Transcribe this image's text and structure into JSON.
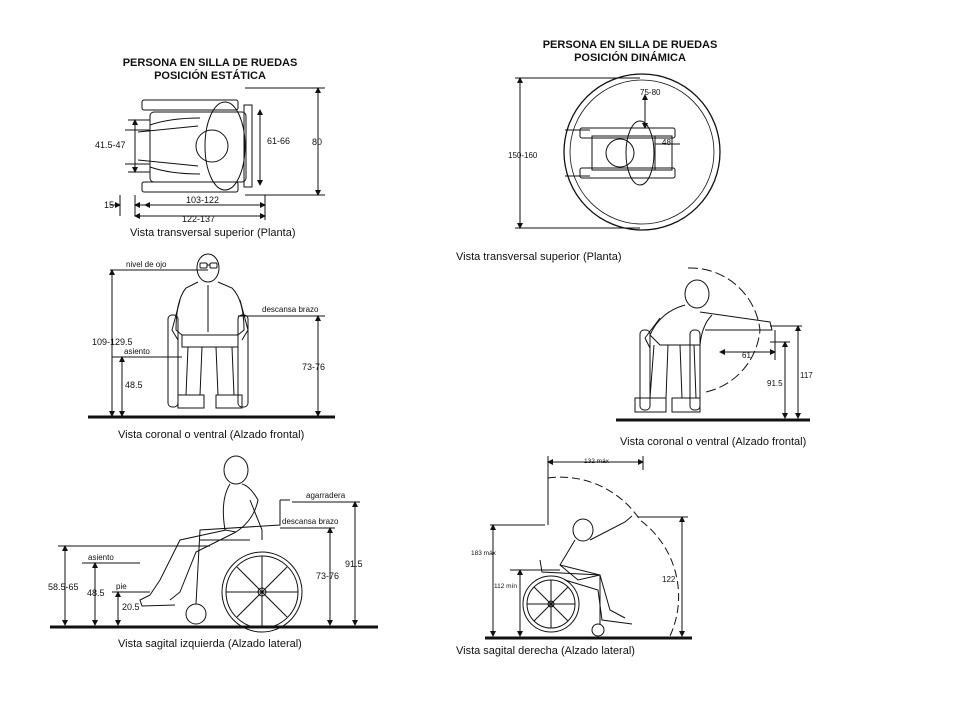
{
  "static": {
    "title_line1": "PERSONA EN SILLA DE RUEDAS",
    "title_line2": "POSICIÓN ESTÁTICA",
    "plan": {
      "caption": "Vista transversal superior (Planta)",
      "dim_width": "41.5-47",
      "dim_seat": "61-66",
      "dim_total_height": "80",
      "dim_footrest": "15",
      "dim_length": "103-122",
      "dim_length_total": "122-137"
    },
    "front": {
      "caption": "Vista coronal o ventral (Alzado frontal)",
      "eye_level": "nivel de ojo",
      "eye_height": "109-129.5",
      "seat_label": "asiento",
      "seat_height": "48.5",
      "armrest_label": "descansa brazo",
      "armrest_height": "73-76"
    },
    "side": {
      "caption": "Vista sagital izquierda (Alzado lateral)",
      "handle_label": "agarradera",
      "armrest_label": "descansa brazo",
      "handle_height": "91.5",
      "armrest_height": "73-76",
      "seat_label": "asiento",
      "seat_range": "58.5-65",
      "seat_height": "48.5",
      "foot_label": "pie",
      "foot_height": "20.5"
    }
  },
  "dynamic": {
    "title_line1": "PERSONA EN SILLA DE RUEDAS",
    "title_line2": "POSICIÓN DINÁMICA",
    "plan": {
      "caption": "Vista transversal superior (Planta)",
      "dim_diameter": "150-160",
      "dim_top": "75-80",
      "dim_inner": "48"
    },
    "front": {
      "caption": "Vista coronal o ventral (Alzado frontal)",
      "dim_reach": "61",
      "dim_height_total": "117",
      "dim_height": "91.5"
    },
    "side": {
      "caption": "Vista sagital derecha (Alzado lateral)",
      "dim_reach_max": "132 máx",
      "dim_height_max": "183 máx",
      "dim_height_min": "112 mín",
      "dim_height": "122"
    }
  }
}
